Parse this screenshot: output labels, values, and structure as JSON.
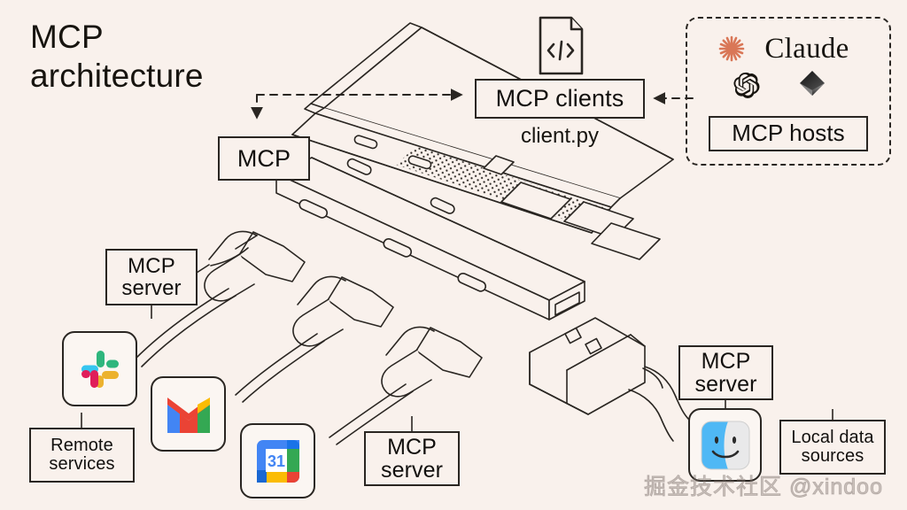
{
  "page": {
    "title_line1": "MCP",
    "title_line2": "architecture",
    "title": "MCP\narchitecture",
    "background_color": "#f9f1ec",
    "ink_color": "#2a2622"
  },
  "boxes": {
    "mcp": "MCP",
    "mcp_clients": "MCP clients",
    "client_file_label": "client.py",
    "mcp_hosts": "MCP hosts",
    "mcp_server_left": "MCP\nserver",
    "mcp_server_middle": "MCP\nserver",
    "mcp_server_right": "MCP\nserver",
    "remote_services": "Remote\nservices",
    "local_data_sources": "Local data\nsources"
  },
  "hosts_group": {
    "claude_label": "Claude",
    "claude_logo_color": "#d97757",
    "logos": [
      {
        "name": "claude-logo",
        "label": "Claude"
      },
      {
        "name": "openai-logo",
        "label": "OpenAI"
      },
      {
        "name": "gem-logo",
        "label": "Gem"
      }
    ]
  },
  "icons": {
    "code_file": "code-file-icon",
    "slack": "slack-icon",
    "gmail": "gmail-icon",
    "google_calendar": "google-calendar-icon",
    "google_calendar_day": "31",
    "finder": "finder-icon"
  },
  "illustration": {
    "name": "laptop-usb-hub-isometric-line-art",
    "parts": [
      "laptop",
      "usb-hub-bar",
      "usb-c-connectors",
      "usb-a-connector",
      "cables"
    ]
  },
  "arrows": [
    {
      "name": "arrow-laptop-to-clients",
      "style": "dashed",
      "direction": "right"
    },
    {
      "name": "arrow-laptop-to-mcp",
      "style": "dashed",
      "direction": "down"
    },
    {
      "name": "arrow-hosts-to-clients",
      "style": "dashed",
      "direction": "left"
    }
  ],
  "watermark": "掘金技术社区 @xindoo"
}
